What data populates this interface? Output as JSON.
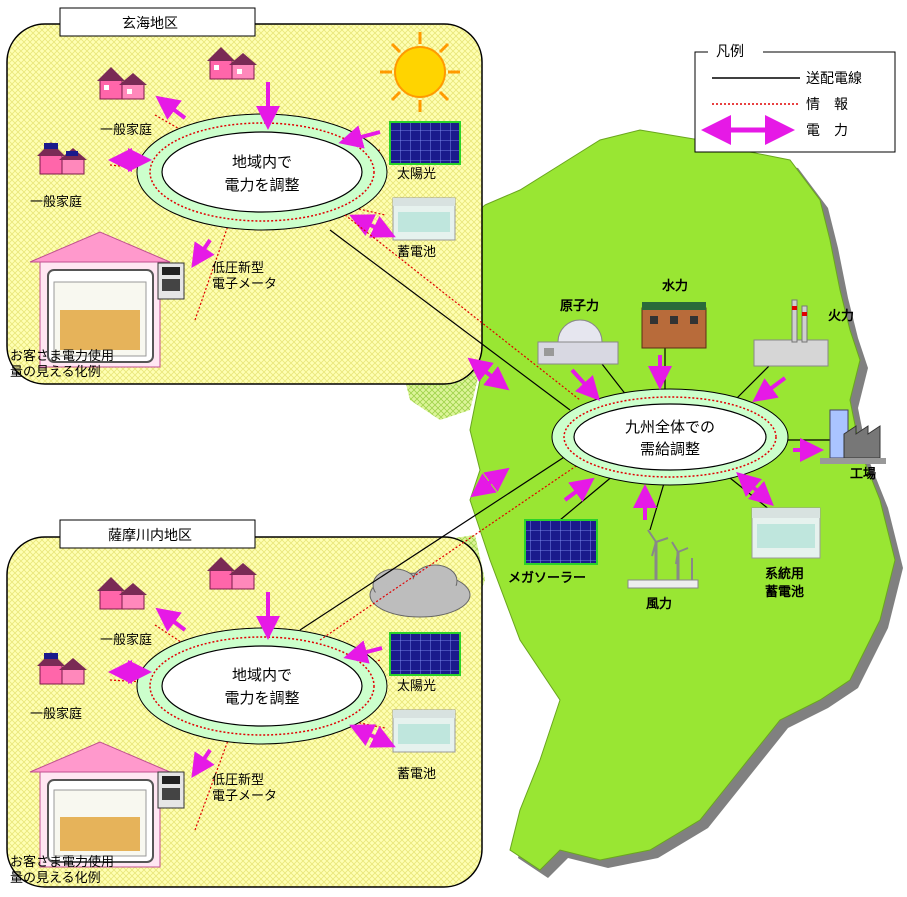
{
  "legend": {
    "title": "凡例",
    "items": [
      {
        "label": "送配電線",
        "style": "power_line",
        "color": "#000000"
      },
      {
        "label": "情　報",
        "style": "info",
        "color": "#e00000"
      },
      {
        "label": "電　力",
        "style": "arrow",
        "color": "#e619e6"
      }
    ]
  },
  "central": {
    "line1": "九州全体での",
    "line2": "需給調整",
    "sources": [
      "原子力",
      "水力",
      "火力",
      "メガソーラー",
      "風力"
    ],
    "sink": "工場",
    "storage_line1": "系統用",
    "storage_line2": "蓄電池"
  },
  "regions": [
    {
      "name": "玄海地区",
      "hub_line1": "地域内で",
      "hub_line2": "電力を調整",
      "home1": "一般家庭",
      "home2": "一般家庭",
      "solar": "太陽光",
      "battery": "蓄電池",
      "meter_line1": "低圧新型",
      "meter_line2": "電子メータ",
      "display_line1": "お客さま電力使用",
      "display_line2": "量の見える化例",
      "weather": "sun-icon"
    },
    {
      "name": "薩摩川内地区",
      "hub_line1": "地域内で",
      "hub_line2": "電力を調整",
      "home1": "一般家庭",
      "home2": "一般家庭",
      "solar": "太陽光",
      "battery": "蓄電池",
      "meter_line1": "低圧新型",
      "meter_line2": "電子メータ",
      "display_line1": "お客さま電力使用",
      "display_line2": "量の見える化例",
      "weather": "cloud-icon"
    }
  ],
  "colors": {
    "land": "#99e633",
    "region_fill": "#ffffb3",
    "hub_ring": "#ccffcc",
    "power_arrow": "#e619e6",
    "info_line": "#e00000",
    "solar_panel": "#1a1a8c",
    "house": "#ff66aa"
  }
}
